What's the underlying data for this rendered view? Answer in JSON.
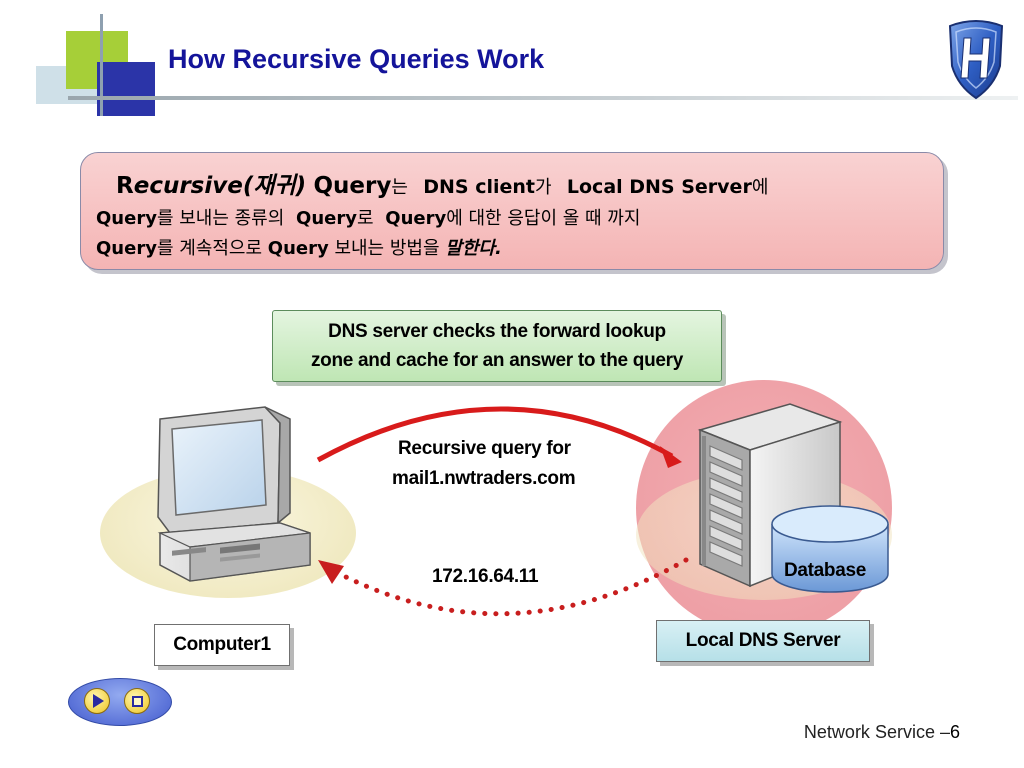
{
  "slide": {
    "title": "How Recursive Queries Work",
    "definition": {
      "line1": {
        "r": "R",
        "ecursive": "ecursive(재귀)",
        "query": "Query",
        "josa1": "는",
        "dns_client": "DNS client",
        "josa2": "가",
        "local_dns_server": "Local DNS Server",
        "josa3": "에"
      },
      "line2": {
        "query1": "Query",
        "text1": "를 보내는 종류의",
        "query2": "Query",
        "text2": "로",
        "query3": "Query",
        "text3": "에 대한 응답이 올 때 까지"
      },
      "line3": {
        "query1": "Query",
        "text1": "를 계속적으로",
        "query2": "Query",
        "text2": "보내는 방법을",
        "emph": "말한다."
      }
    },
    "note": {
      "line1": "DNS server checks the forward lookup",
      "line2": "zone and cache for an answer to the query"
    },
    "query_label": {
      "line1": "Recursive query for",
      "line2": "mail1.nwtraders.com"
    },
    "answer_label": "172.16.64.11",
    "computer_label": "Computer1",
    "server_label": "Local DNS Server",
    "database_label": "Database",
    "footer": {
      "text": "Network Service –",
      "page": "6"
    },
    "colors": {
      "title": "#14149a",
      "query_arrow": "#d81b1b",
      "answer_arrow": "#c81e1e",
      "definition_bg": "#f4b4b4",
      "note_bg": "#bfe6b4",
      "server_plate_bg": "#b6e0e8"
    },
    "icons": {
      "logo": "shield-h-logo",
      "computer": "desktop-computer-icon",
      "server": "server-tower-icon",
      "database": "database-cylinder-icon",
      "play": "play-icon",
      "stop": "stop-icon"
    }
  }
}
